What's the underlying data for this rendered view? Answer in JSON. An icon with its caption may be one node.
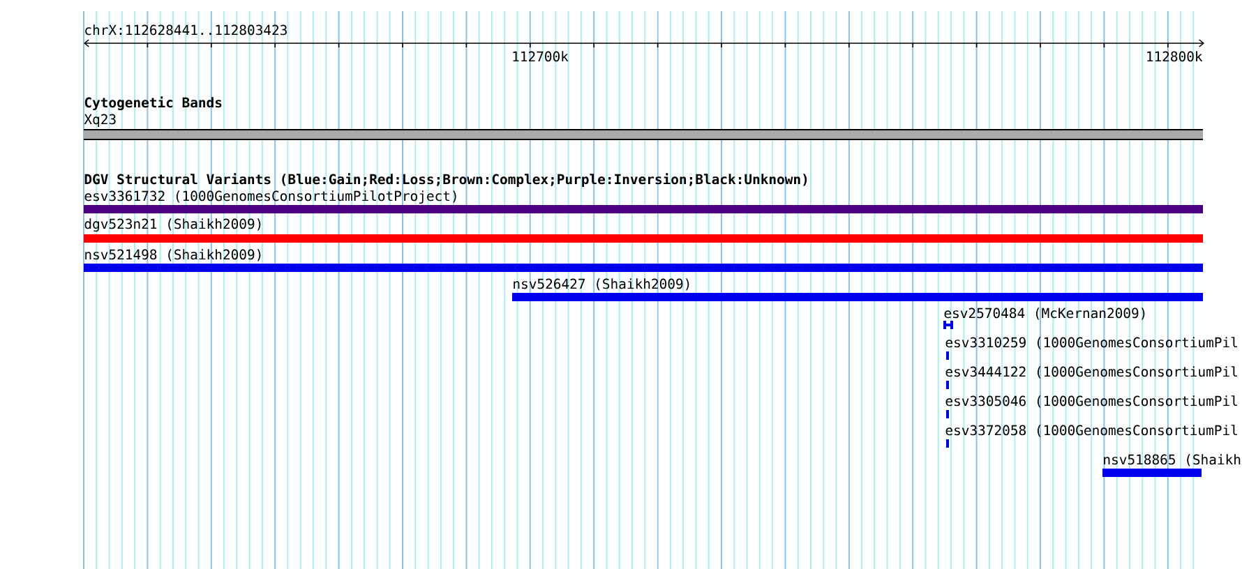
{
  "diagram": {
    "nodes": [
      {
        "text": [
          "Xq23"
        ]
      },
      {
        "text": [
          "esv3361732 (1000GenomesConsortiumPilotProject)"
        ]
      },
      {
        "text": [
          "dgv523n21 (Shaikh2009)"
        ]
      },
      {
        "text": [
          "nsv521498 (Shaikh2009)"
        ]
      },
      {
        "text": [
          "nsv526427 (Shaikh2009)"
        ]
      },
      {
        "text": [
          "esv2570484 (McKernan2009)"
        ]
      },
      {
        "text": [
          "esv3310259 (1000GenomesConsortiumPil"
        ]
      },
      {
        "text": [
          "esv3444122 (1000GenomesConsortiumPil"
        ]
      },
      {
        "text": [
          "esv3305046 (1000GenomesConsortiumPil"
        ]
      },
      {
        "text": [
          "esv3372058 (1000GenomesConsortiumPil"
        ]
      },
      {
        "text": [
          "nsv518865 (Shaikh"
        ]
      }
    ],
    "labels": [
      "chrX:112628441..112803423",
      "112700k",
      "112800k",
      "Cytogenetic Bands",
      "DGV Structural Variants (Blue:Gain;Red:Loss;Brown:Complex;Purple:Inversion;Black:Unknown)"
    ]
  }
}
